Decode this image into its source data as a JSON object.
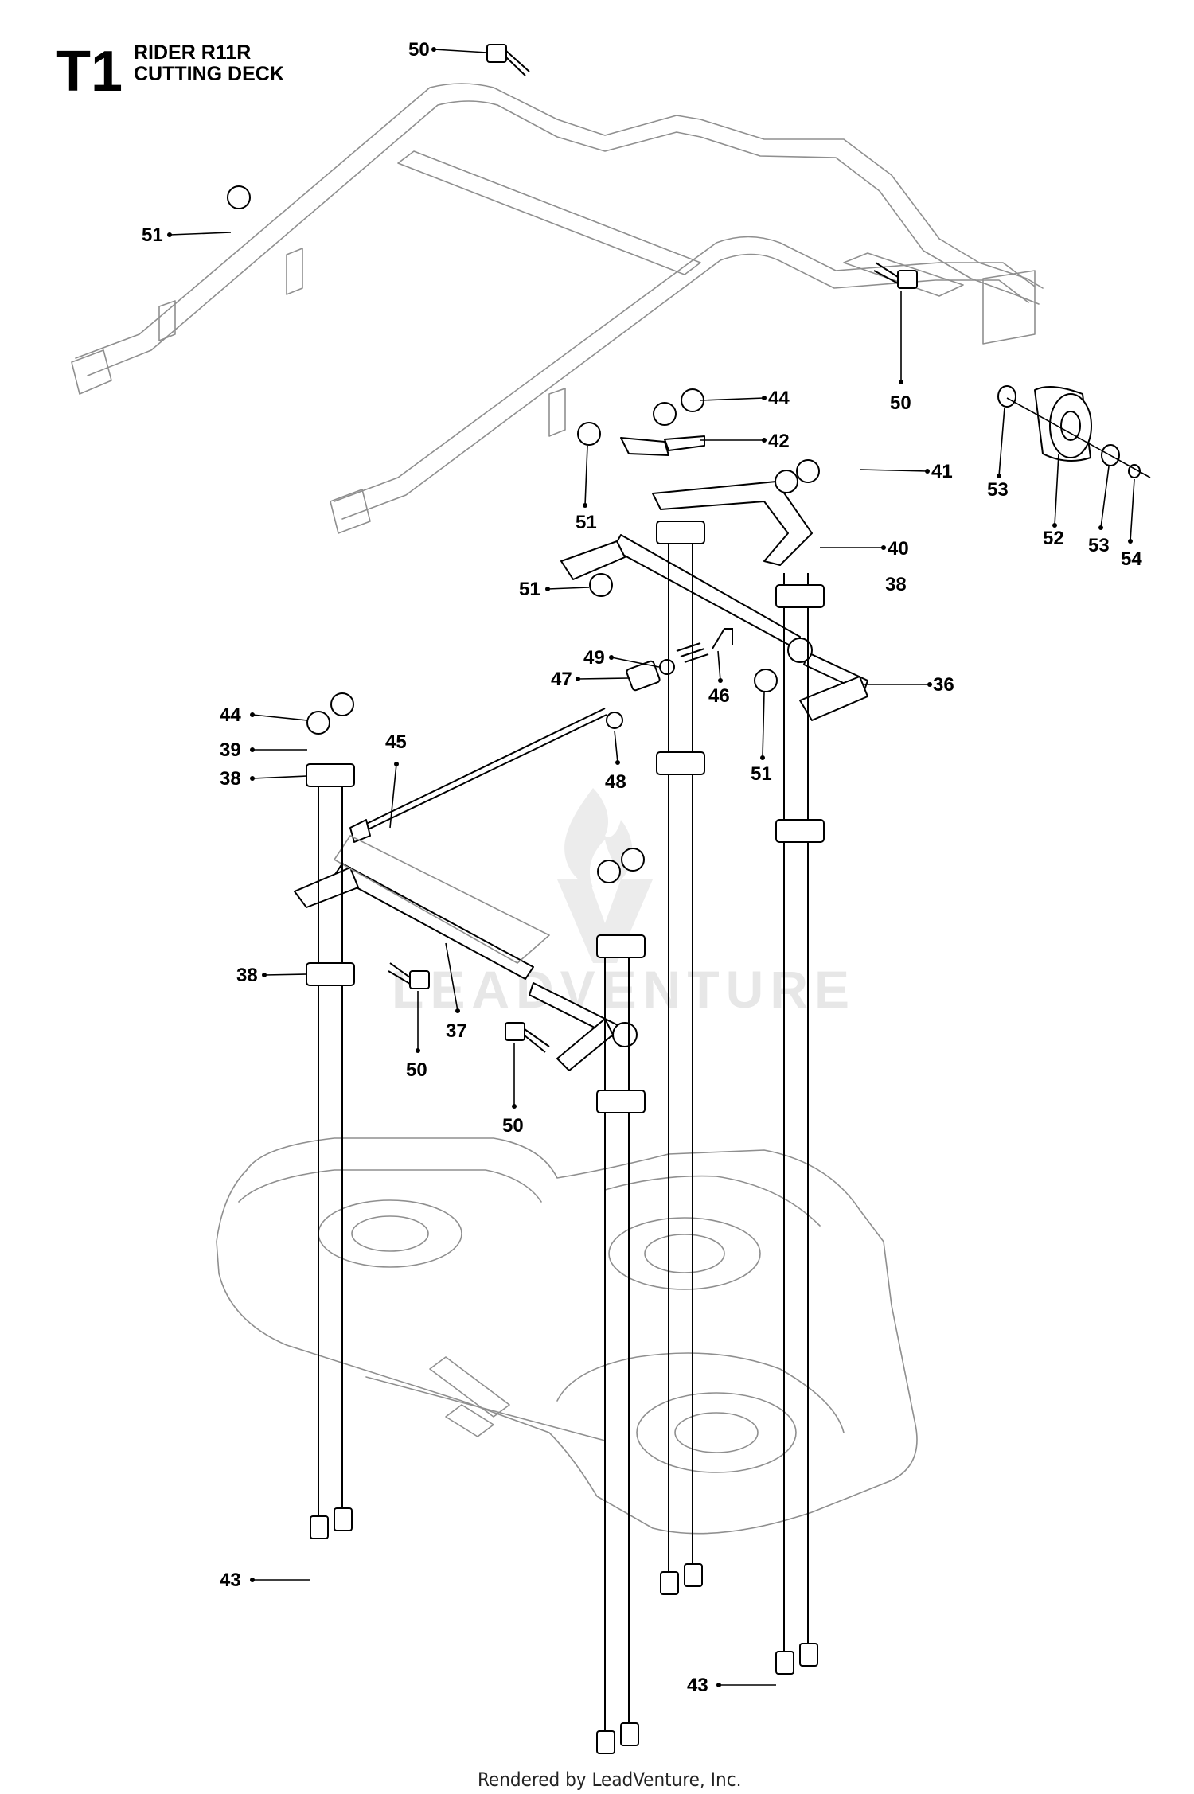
{
  "header": {
    "section_code": "T1",
    "model": "RIDER R11R",
    "assembly": "CUTTING DECK"
  },
  "watermark": "LEADVENTURE",
  "footer": "Rendered by LeadVenture, Inc.",
  "callouts": [
    {
      "id": "c50a",
      "number": "50"
    },
    {
      "id": "c51a",
      "number": "51"
    },
    {
      "id": "c50b",
      "number": "50"
    },
    {
      "id": "c44a",
      "number": "44"
    },
    {
      "id": "c42",
      "number": "42"
    },
    {
      "id": "c41",
      "number": "41"
    },
    {
      "id": "c40",
      "number": "40"
    },
    {
      "id": "c38a",
      "number": "38"
    },
    {
      "id": "c51b",
      "number": "51"
    },
    {
      "id": "c51c",
      "number": "51"
    },
    {
      "id": "c53a",
      "number": "53"
    },
    {
      "id": "c52",
      "number": "52"
    },
    {
      "id": "c53b",
      "number": "53"
    },
    {
      "id": "c54",
      "number": "54"
    },
    {
      "id": "c49",
      "number": "49"
    },
    {
      "id": "c47",
      "number": "47"
    },
    {
      "id": "c46",
      "number": "46"
    },
    {
      "id": "c36",
      "number": "36"
    },
    {
      "id": "c48",
      "number": "48"
    },
    {
      "id": "c51d",
      "number": "51"
    },
    {
      "id": "c44b",
      "number": "44"
    },
    {
      "id": "c39",
      "number": "39"
    },
    {
      "id": "c38b",
      "number": "38"
    },
    {
      "id": "c45",
      "number": "45"
    },
    {
      "id": "c38c",
      "number": "38"
    },
    {
      "id": "c37",
      "number": "37"
    },
    {
      "id": "c50c",
      "number": "50"
    },
    {
      "id": "c50d",
      "number": "50"
    },
    {
      "id": "c43a",
      "number": "43"
    },
    {
      "id": "c43b",
      "number": "43"
    }
  ]
}
